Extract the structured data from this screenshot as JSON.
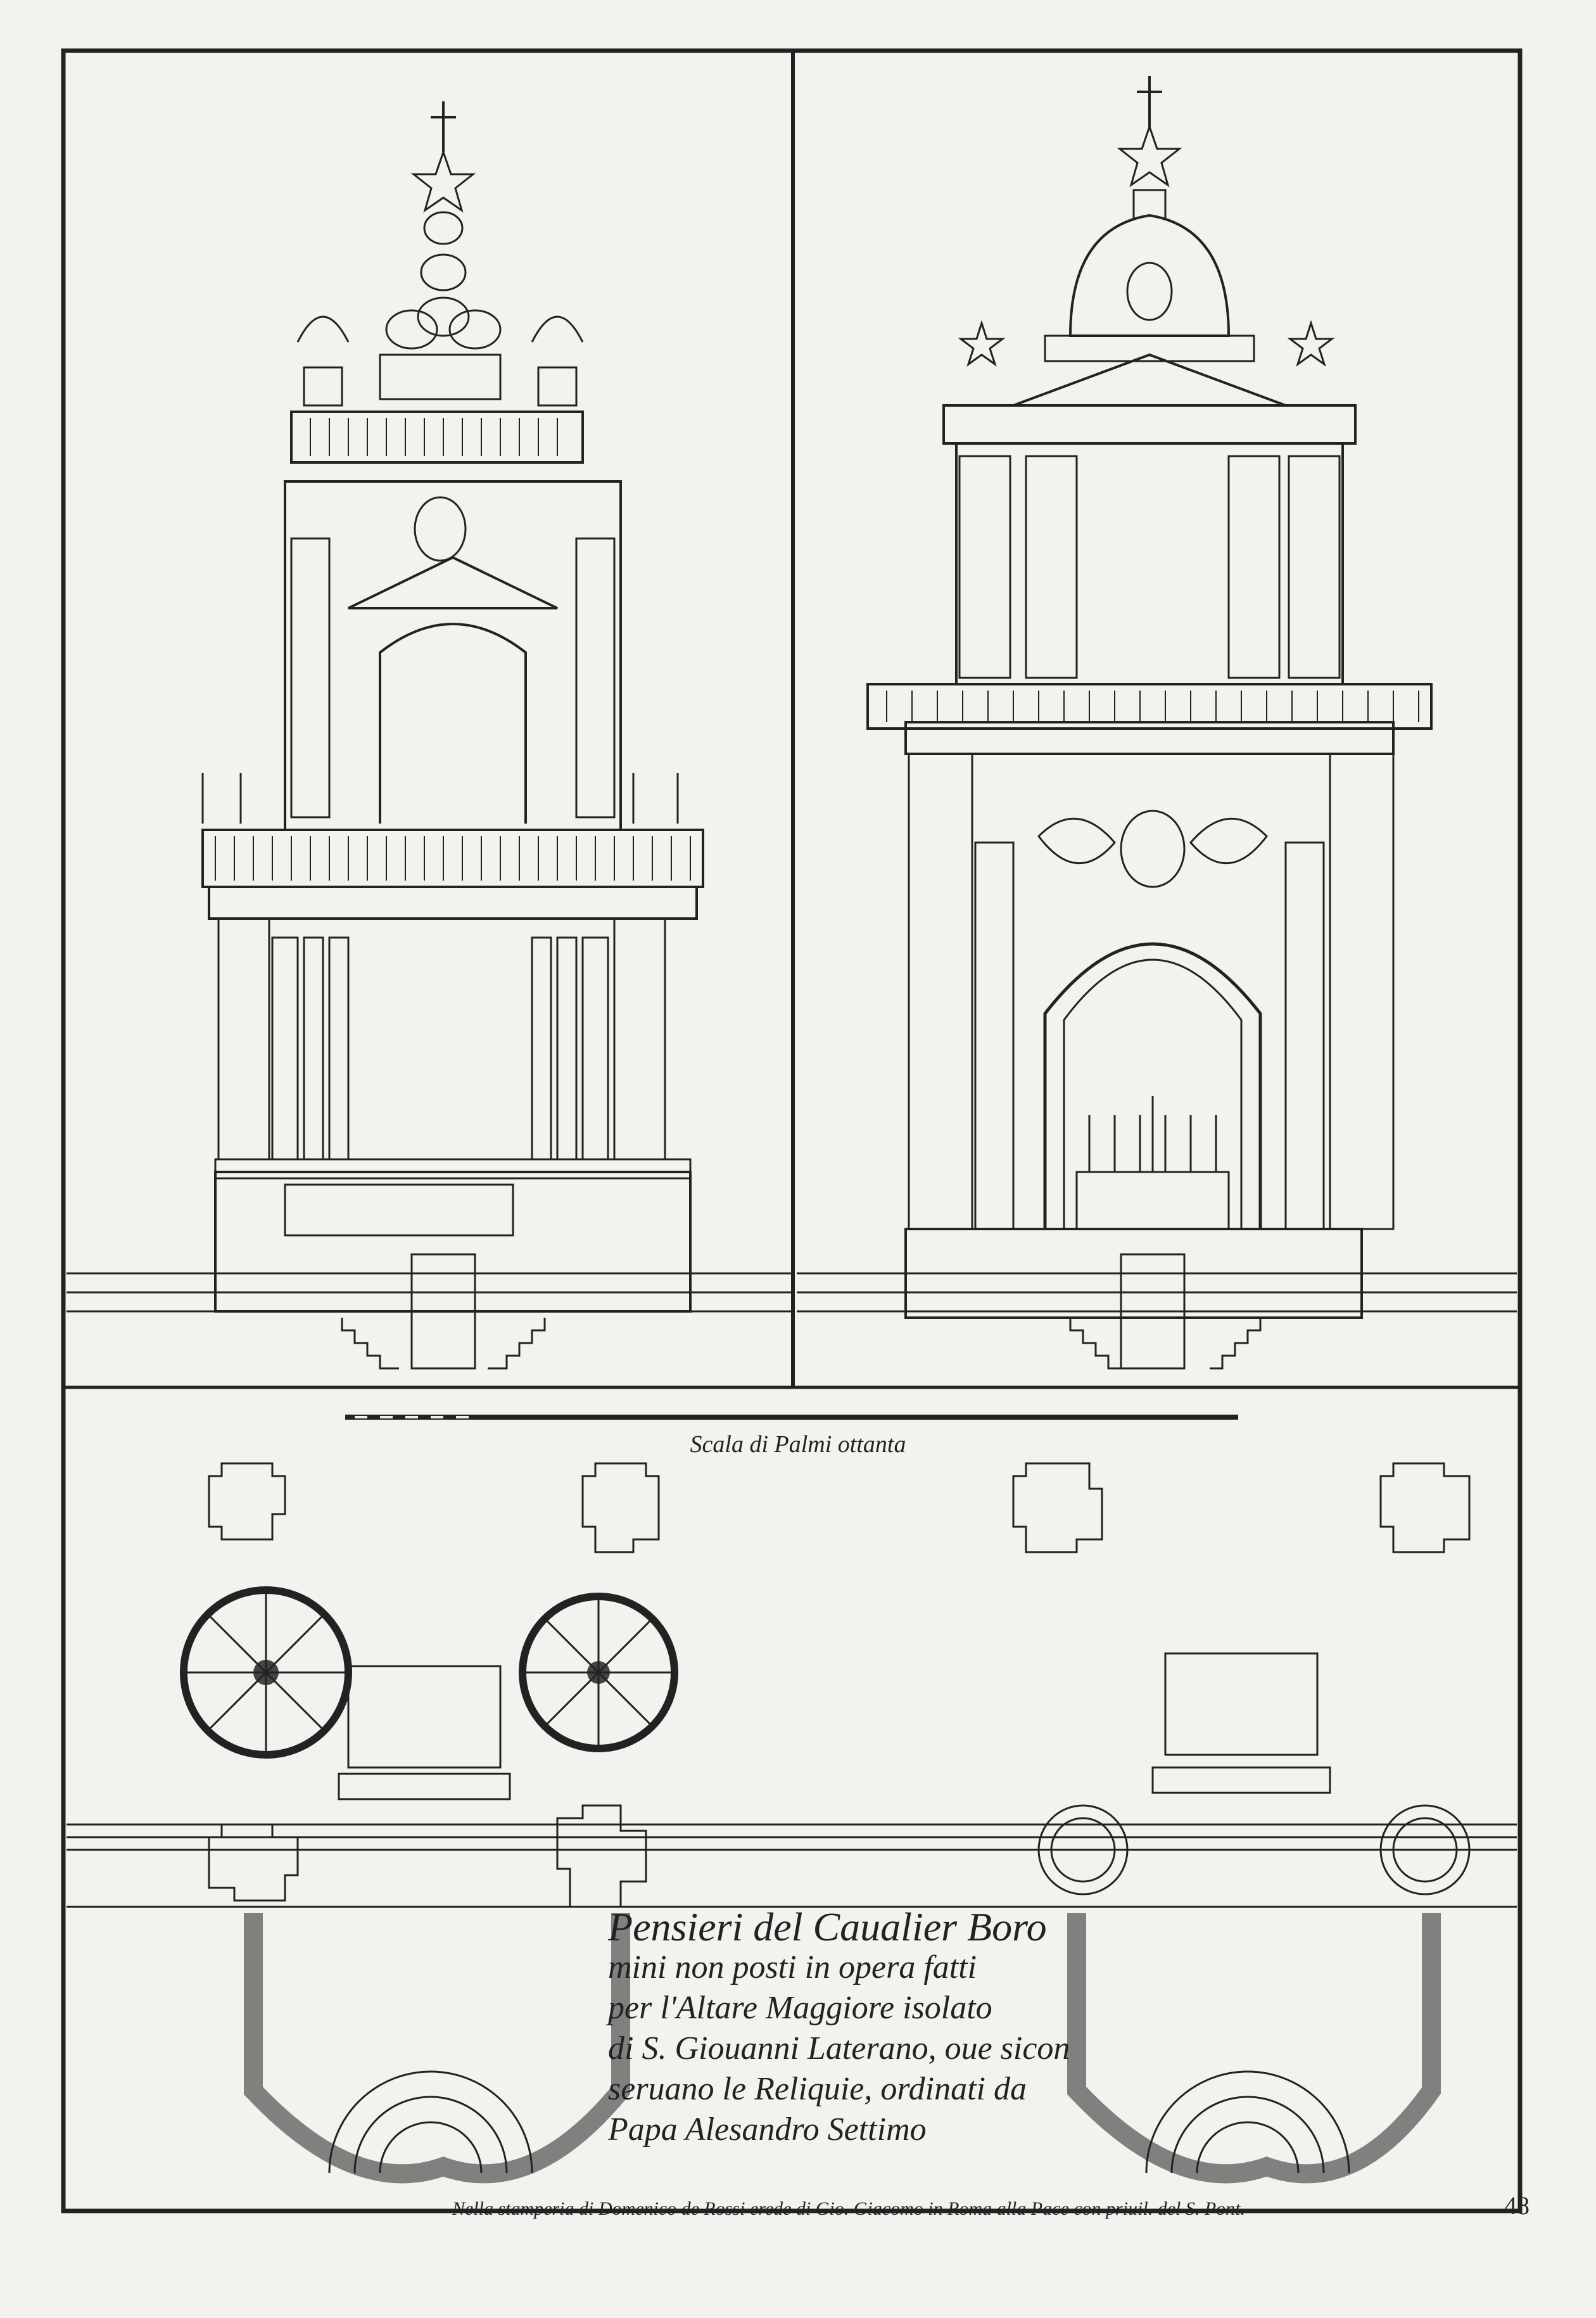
{
  "scale_label": "Scala di Palmi ottanta",
  "title_lines": [
    "Pensieri del Caualier Boro",
    "mini non posti in opera fatti",
    "per l'Altare Maggiore isolato",
    "di S. Giouanni Laterano, oue sicon",
    "seruano le Reliquie, ordinati da",
    "Papa Alesandro Settimo"
  ],
  "imprint": "Nella stamperia di Domenico de Rossi erede di Gio. Giacomo in Roma alla Pace con priuil. del S. Pont.",
  "plate_number": "48"
}
